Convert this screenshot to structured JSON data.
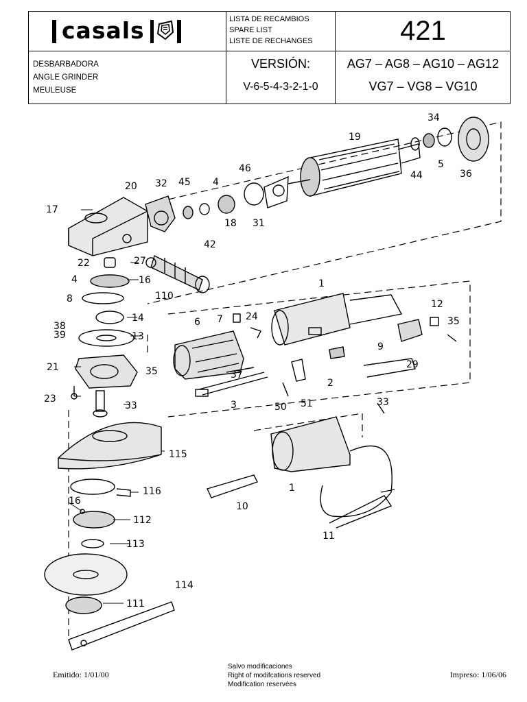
{
  "header": {
    "brand": "casals",
    "list_title": [
      "LISTA DE RECAMBIOS",
      "SPARE LIST",
      "LISTE DE RECHANGES"
    ],
    "document_number": "421",
    "product": [
      "DESBARBADORA",
      "ANGLE GRINDER",
      "MEULEUSE"
    ],
    "version_label": "VERSIÓN:",
    "version_values": "V-6-5-4-3-2-1-0",
    "models_line1": "AG7 – AG8 – AG10 – AG12",
    "models_line2": "VG7 – VG8 – VG10"
  },
  "part_labels": [
    "34",
    "19",
    "5",
    "44",
    "36",
    "46",
    "20",
    "32",
    "45",
    "4",
    "17",
    "18",
    "31",
    "42",
    "22",
    "27",
    "4",
    "16",
    "110",
    "8",
    "1",
    "12",
    "35",
    "7",
    "24",
    "14",
    "38",
    "39",
    "13",
    "6",
    "9",
    "21",
    "35",
    "29",
    "37",
    "2",
    "50",
    "51",
    "3",
    "33",
    "23",
    "33",
    "115",
    "10",
    "1",
    "16",
    "116",
    "112",
    "113",
    "11",
    "114",
    "111"
  ],
  "footer": {
    "issued": "Emitido: 1/01/00",
    "notes": [
      "Salvo modificaciones",
      "Right of modifcations reserved",
      "Modification reservées"
    ],
    "printed": "Impreso: 1/06/06"
  }
}
